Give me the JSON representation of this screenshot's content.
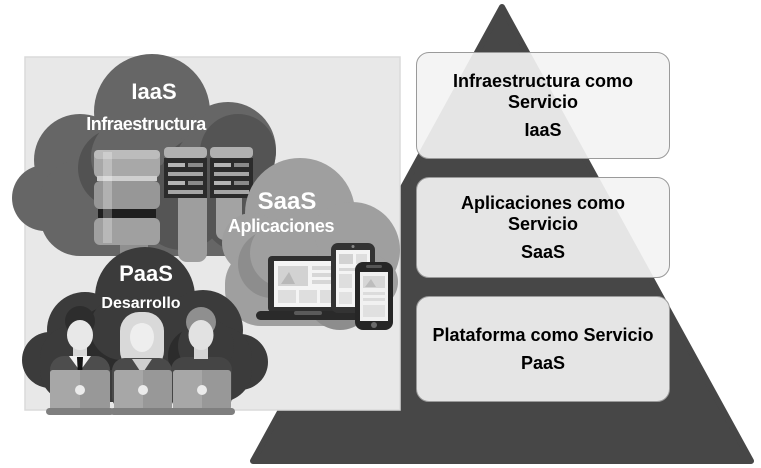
{
  "clouds": {
    "iaas": {
      "acronym": "IaaS",
      "label": "Infraestructura"
    },
    "saas": {
      "acronym": "SaaS",
      "label": "Aplicaciones"
    },
    "paas": {
      "acronym": "PaaS",
      "label": "Desarrollo"
    }
  },
  "pyramid": {
    "levels": [
      {
        "title": "Infraestructura como\nServicio",
        "acronym": "IaaS"
      },
      {
        "title": "Aplicaciones como\nServicio",
        "acronym": "SaaS"
      },
      {
        "title": "Plataforma como Servicio",
        "acronym": "PaaS"
      }
    ]
  },
  "icons": {
    "iaas_cloud": "cloud-icon",
    "saas_cloud": "cloud-icon",
    "paas_cloud": "cloud-icon",
    "database": "database-stack-icon",
    "servers": "server-rack-icon",
    "devices": "responsive-devices-icon",
    "developers": "developers-laptops-icon",
    "pyramid": "pyramid-shape"
  },
  "colors": {
    "pyramid": "#474747",
    "panel": "#e8e8e8",
    "cloud_iaas": "#666666",
    "cloud_saas": "#9f9f9f",
    "cloud_paas": "#3b3b3b",
    "box_fill": "#f3f3f3",
    "box_border": "#9a9a9a",
    "cloud_text": "#ffffff",
    "box_text": "#000000"
  }
}
